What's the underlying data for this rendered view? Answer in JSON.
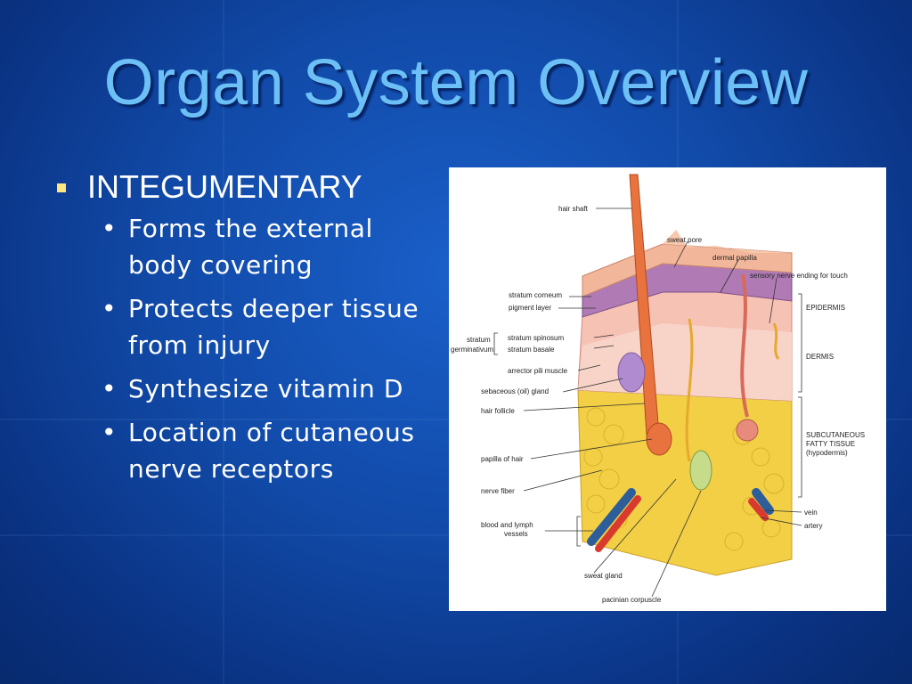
{
  "slide": {
    "title": "Organ System Overview",
    "bullet": {
      "heading": "INTEGUMENTARY",
      "items": [
        "Forms the external body covering",
        "Protects deeper tissue from injury",
        "Synthesize vitamin D",
        "Location of cutaneous nerve receptors"
      ]
    }
  },
  "figure": {
    "labels": {
      "hair_shaft": "hair shaft",
      "sweat_pore": "sweat pore",
      "dermal_papilla": "dermal papilla",
      "sensory_nerve": "sensory nerve ending for touch",
      "stratum_corneum": "stratum corneum",
      "pigment_layer": "pigment layer",
      "epidermis": "EPIDERMIS",
      "stratum": "stratum",
      "germinativum": "germinativum",
      "stratum_spinosum": "stratum spinosum",
      "stratum_basale": "stratum basale",
      "dermis": "DERMIS",
      "arrector_pili": "arrector pili muscle",
      "sebaceous_gland": "sebaceous (oil) gland",
      "hair_follicle": "hair follicle",
      "subcutaneous_1": "SUBCUTANEOUS",
      "subcutaneous_2": "FATTY TISSUE",
      "subcutaneous_3": "(hypodermis)",
      "papilla_of_hair": "papilla of hair",
      "nerve_fiber": "nerve fiber",
      "vein": "vein",
      "blood_lymph_1": "blood and lymph",
      "blood_lymph_2": "vessels",
      "artery": "artery",
      "sweat_gland": "sweat gland",
      "pacinian_corpuscle": "pacinian corpuscle"
    }
  },
  "colors": {
    "title": "#6cc0f5",
    "bullet_square": "#ffe680",
    "background": "#114aa8"
  }
}
